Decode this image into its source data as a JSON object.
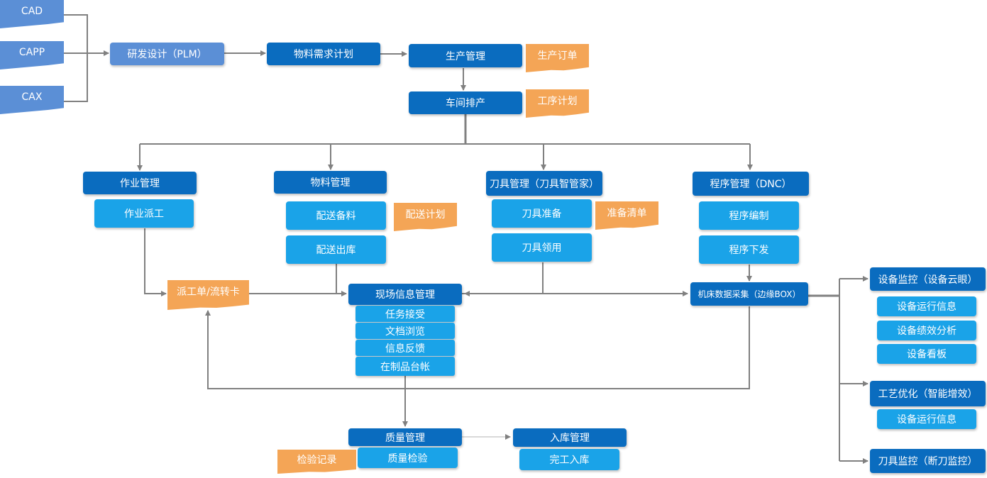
{
  "sources": {
    "cad": "CAD",
    "capp": "CAPP",
    "cax": "CAX"
  },
  "plm": "研发设计（PLM）",
  "mrp": "物料需求计划",
  "production_mgmt": "生产管理",
  "production_order": "生产订单",
  "workshop_scheduling": "车间排产",
  "process_plan": "工序计划",
  "job_mgmt": {
    "title": "作业管理",
    "items": [
      "作业派工"
    ]
  },
  "material_mgmt": {
    "title": "物料管理",
    "items": [
      "配送备料",
      "配送出库"
    ],
    "doc": "配送计划"
  },
  "tool_mgmt": {
    "title": "刀具管理（刀具智管家）",
    "items": [
      "刀具准备",
      "刀具领用"
    ],
    "doc": "准备清单"
  },
  "program_mgmt": {
    "title": "程序管理（DNC）",
    "items": [
      "程序编制",
      "程序下发"
    ]
  },
  "dispatch_doc": "派工单/流转卡",
  "site_info": {
    "title": "现场信息管理",
    "items": [
      "任务接受",
      "文档浏览",
      "信息反馈",
      "在制品台帐"
    ]
  },
  "machine_data": "机床数据采集（边缘BOX）",
  "equipment_monitor": {
    "title": "设备监控（设备云眼）",
    "items": [
      "设备运行信息",
      "设备绩效分析",
      "设备看板"
    ]
  },
  "process_opt": {
    "title": "工艺优化（智能增效）",
    "items": [
      "设备运行信息"
    ]
  },
  "tool_monitor": {
    "title": "刀具监控（断刀监控）"
  },
  "quality_mgmt": {
    "title": "质量管理",
    "items": [
      "质量检验"
    ],
    "doc": "检验记录"
  },
  "warehouse_mgmt": {
    "title": "入库管理",
    "items": [
      "完工入库"
    ]
  },
  "colors": {
    "dark": "#0a6cbf",
    "light": "#1aa3e8",
    "plm": "#5b8fd6",
    "doc": "#f4a556",
    "line": "#808080"
  }
}
